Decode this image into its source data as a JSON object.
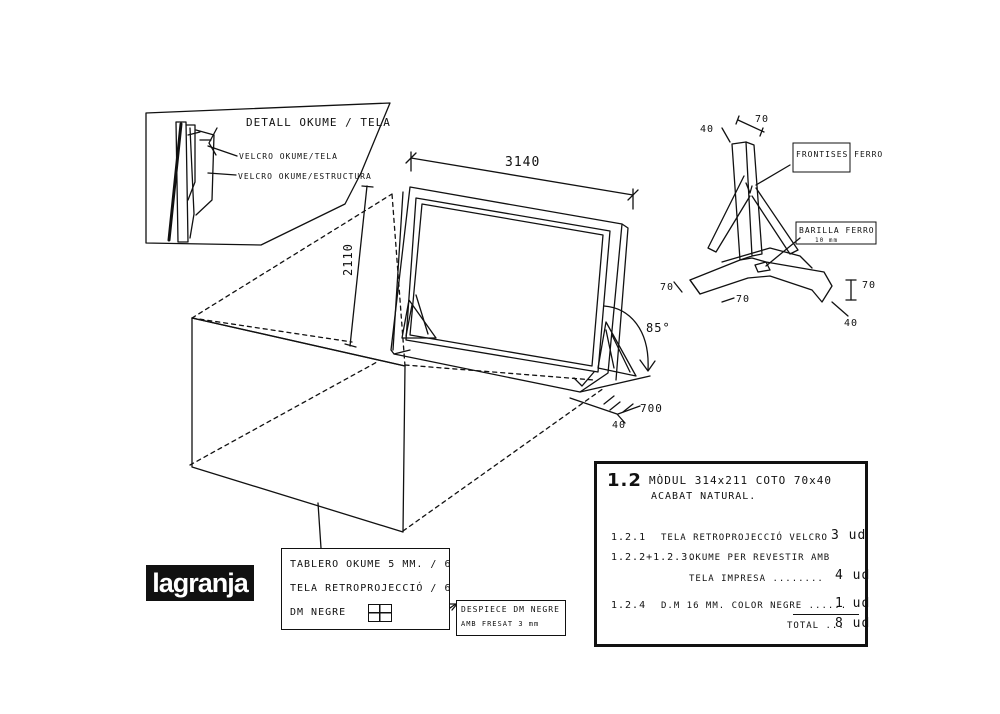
{
  "logo": {
    "text": "lagranja"
  },
  "detail": {
    "title": "DETALL OKUME / TELA",
    "label_1": "VELCRO OKUME/TELA",
    "label_2": "VELCRO OKUME/ESTRUCTURA"
  },
  "dimensions": {
    "width": "3140",
    "height": "2110",
    "depth": "700",
    "base_thickness": "40",
    "angle": "85°"
  },
  "leg_detail": {
    "dim_top_a": "40",
    "dim_top_b": "70",
    "frontises": "FRONTISES FERRO",
    "barilla": "BARILLA FERRO",
    "barilla_size": "10 mm",
    "dim_left": "70",
    "dim_left_b": "70",
    "dim_right": "70",
    "dim_bottom": "40"
  },
  "materials": {
    "line_1": "TABLERO OKUME 5 MM. / 6",
    "line_2": "TELA RETROPROJECCIÓ / 6",
    "line_3": "DM NEGRE"
  },
  "dm_note": {
    "line_1": "DESPIECE DM NEGRE",
    "line_2": "AMB FRESAT 3 mm"
  },
  "summary": {
    "code": "1.2",
    "title_1": "MÒDUL 314x211 COTO 70x40",
    "title_2": "ACABAT NATURAL.",
    "items": [
      {
        "code": "1.2.1",
        "desc": "TELA RETROPROJECCIÓ VELCRO",
        "qty": "3 ud"
      },
      {
        "code": "1.2.2+1.2.3.",
        "desc": "OKUME PER REVESTIR AMB",
        "desc2": "TELA IMPRESA ........",
        "qty": "4 ud"
      },
      {
        "code": "1.2.4",
        "desc": "D.M 16 MM. COLOR NEGRE ......",
        "qty": "1 ud"
      }
    ],
    "total_label": "TOTAL ...",
    "total_qty": "8 ud"
  }
}
